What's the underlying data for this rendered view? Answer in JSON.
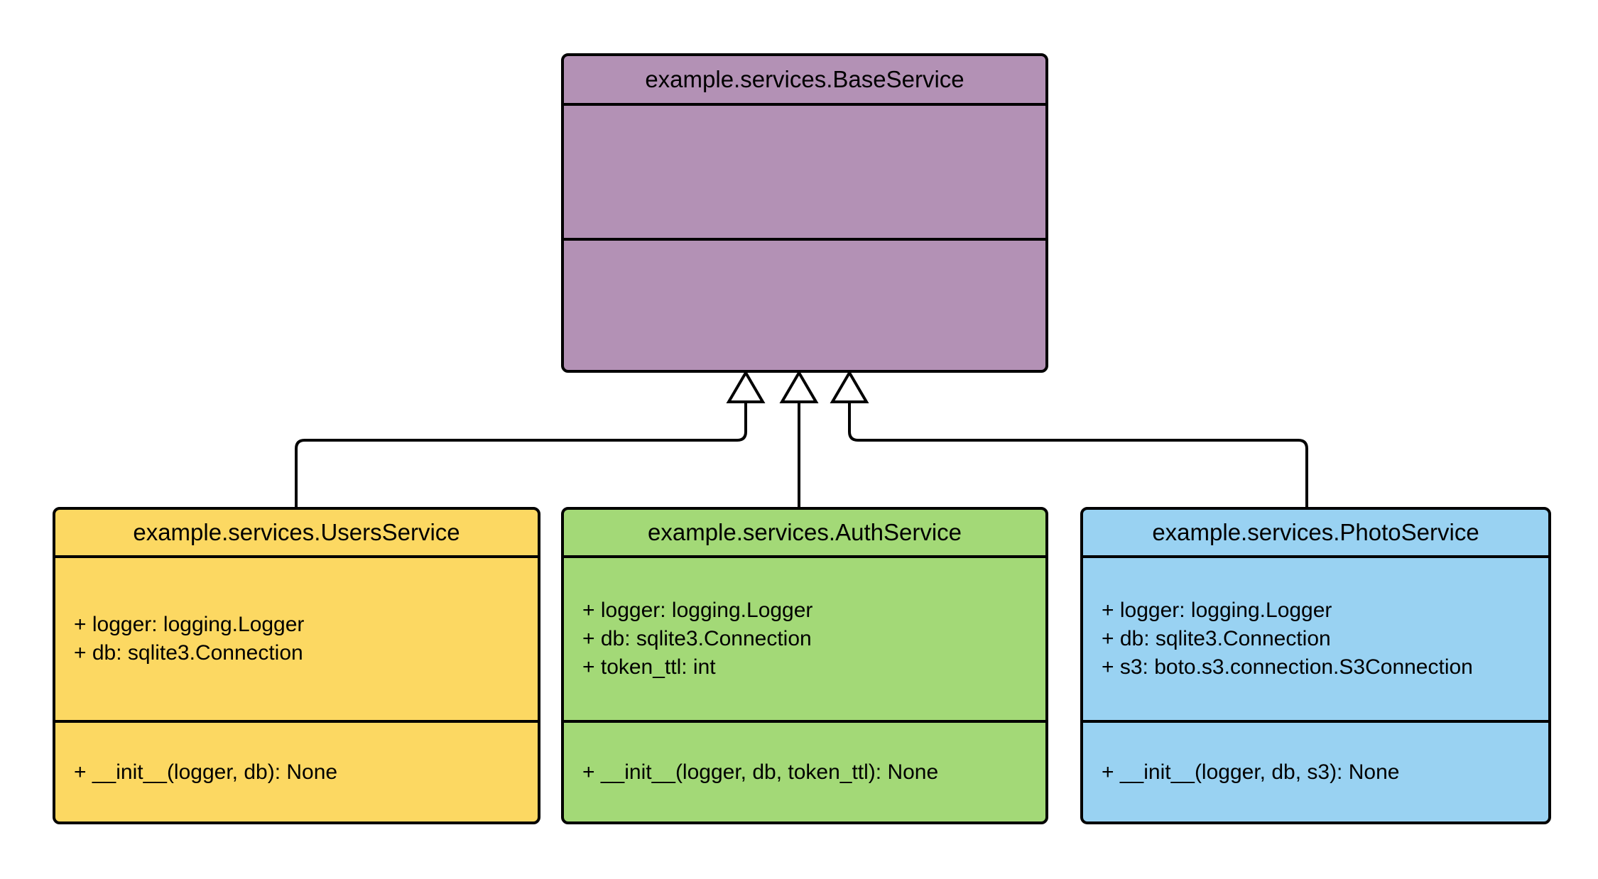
{
  "canvas": {
    "background": "#ffffff",
    "line_color": "#000000",
    "text_color": "#000000"
  },
  "classes": [
    {
      "id": "base",
      "title": "example.services.BaseService",
      "fill": "#b391b5",
      "attributes": [],
      "methods": []
    },
    {
      "id": "users",
      "title": "example.services.UsersService",
      "fill": "#fcd862",
      "attributes": [
        "+ logger: logging.Logger",
        "+ db: sqlite3.Connection"
      ],
      "methods": [
        "+ __init__(logger, db): None"
      ]
    },
    {
      "id": "auth",
      "title": "example.services.AuthService",
      "fill": "#a3d977",
      "attributes": [
        "+ logger: logging.Logger",
        "+ db: sqlite3.Connection",
        "+ token_ttl: int"
      ],
      "methods": [
        "+ __init__(logger, db, token_ttl): None"
      ]
    },
    {
      "id": "photo",
      "title": "example.services.PhotoService",
      "fill": "#99d2f2",
      "attributes": [
        "+ logger: logging.Logger",
        "+ db: sqlite3.Connection",
        "+ s3: boto.s3.connection.S3Connection"
      ],
      "methods": [
        "+ __init__(logger, db, s3): None"
      ]
    }
  ],
  "relations": [
    {
      "from": "example.services.UsersService",
      "to": "example.services.BaseService",
      "type": "inheritance"
    },
    {
      "from": "example.services.AuthService",
      "to": "example.services.BaseService",
      "type": "inheritance"
    },
    {
      "from": "example.services.PhotoService",
      "to": "example.services.BaseService",
      "type": "inheritance"
    }
  ]
}
